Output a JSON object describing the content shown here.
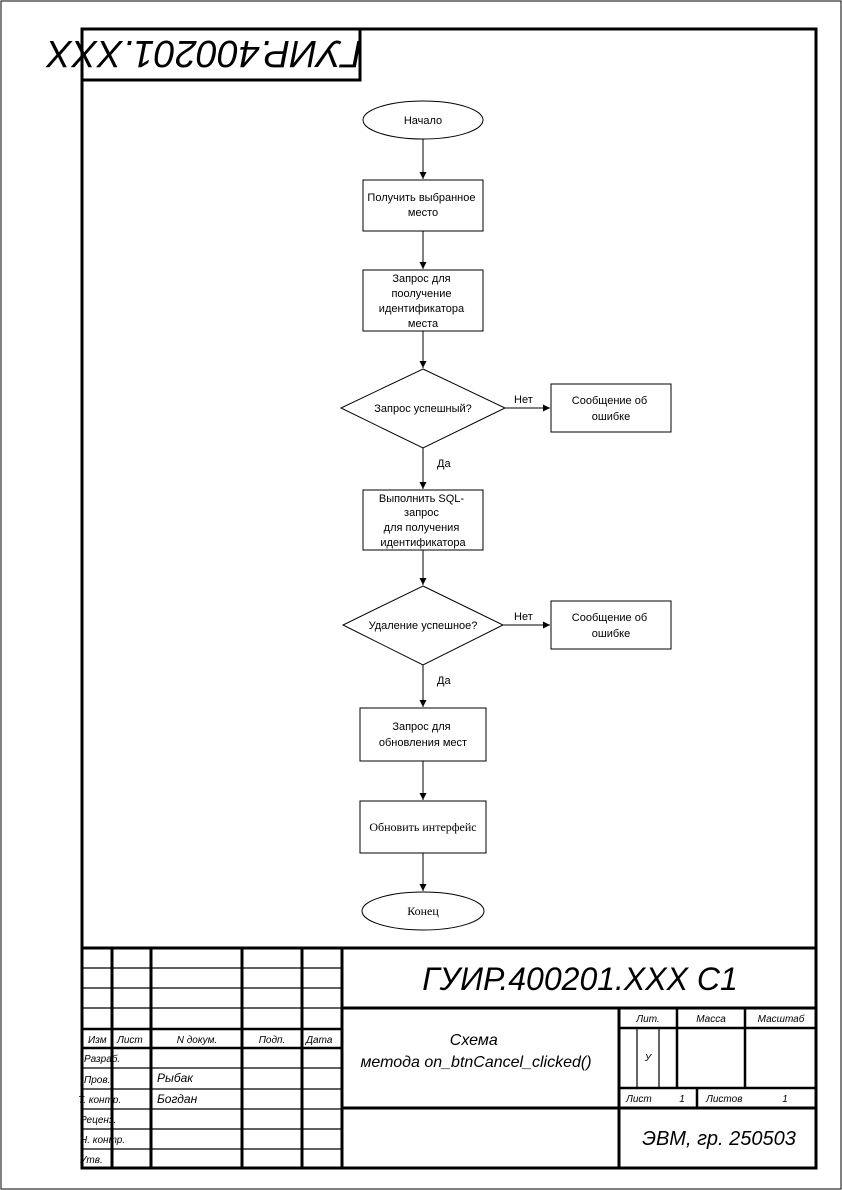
{
  "stamp_code": "ГУИР.400201.XXX",
  "flow": {
    "start": "Начало",
    "get_seat": [
      "Получить выбранное",
      "место"
    ],
    "query_id": [
      "Запрос для",
      "поолучение",
      "идентификатора",
      "места"
    ],
    "decision1": "Запрос успешный?",
    "error1": [
      "Сообщение об",
      "ошибке"
    ],
    "no1": "Нет",
    "yes1": "Да",
    "exec_sql": [
      "Выполнить SQL-",
      "запрос",
      "для получения",
      "идентификатора"
    ],
    "decision2": "Удаление успешное?",
    "error2": [
      "Сообщение об",
      "ошибке"
    ],
    "no2": "Нет",
    "yes2": "Да",
    "update_query": [
      "Запрос для",
      "обновления мест"
    ],
    "refresh_ui": "Обновить интерфейс",
    "end": "Конец"
  },
  "title_block": {
    "doc_code": "ГУИР.400201.XXX С1",
    "doc_title": [
      "Схема",
      "метода on_btnCancel_clicked()"
    ],
    "col_headers": [
      "Изм",
      "Лист",
      "N докум.",
      "Подп.",
      "Дата"
    ],
    "row_labels": [
      "Разраб.",
      "Пров.",
      "Т. контр.",
      "Реценз.",
      "Н. контр.",
      "Утв."
    ],
    "names": {
      "prov": "Рыбак",
      "tkontr": "Богдан"
    },
    "lit": "Лит.",
    "mass": "Масса",
    "scale": "Масштаб",
    "lit_value": "У",
    "sheet_label": "Лист",
    "sheet_value": "1",
    "sheets_label": "Листов",
    "sheets_value": "1",
    "org": "ЭВМ, гр. 250503"
  }
}
